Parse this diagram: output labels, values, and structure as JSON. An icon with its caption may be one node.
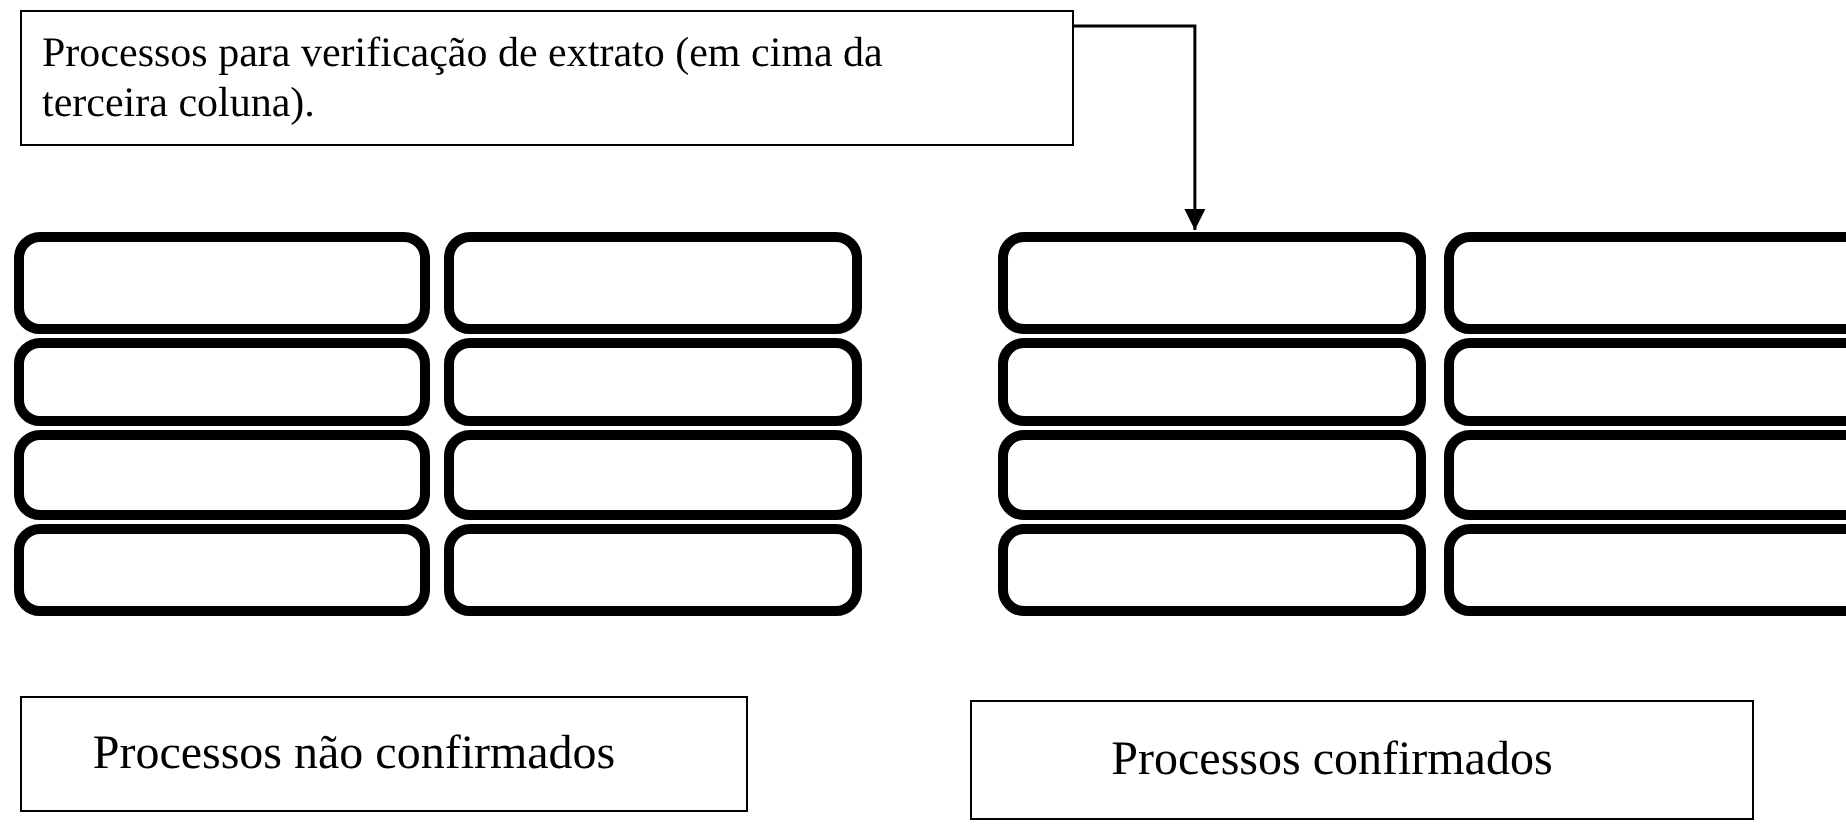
{
  "diagram": {
    "nodes": [
      {
        "text": [
          "Processos para verificação de extrato (em cima da terceira coluna)."
        ]
      },
      {
        "text": [],
        "shape": "box"
      },
      {
        "text": [],
        "shape": "box"
      },
      {
        "text": [],
        "shape": "box"
      },
      {
        "text": [],
        "shape": "box"
      },
      {
        "text": [],
        "shape": "box"
      },
      {
        "text": [],
        "shape": "box"
      },
      {
        "text": [],
        "shape": "box"
      },
      {
        "text": [],
        "shape": "box"
      },
      {
        "text": [],
        "shape": "box"
      },
      {
        "text": [],
        "shape": "box"
      },
      {
        "text": [],
        "shape": "box"
      },
      {
        "text": [],
        "shape": "box"
      },
      {
        "text": [],
        "shape": "box"
      },
      {
        "text": [],
        "shape": "box"
      },
      {
        "text": [],
        "shape": "box"
      },
      {
        "text": [],
        "shape": "box"
      },
      {
        "text": [
          "Processos não confirmados"
        ]
      },
      {
        "text": [
          "Processos confirmados"
        ]
      }
    ],
    "edges": [
      {
        "from": 0,
        "to": 3,
        "arrow": "to"
      }
    ]
  }
}
